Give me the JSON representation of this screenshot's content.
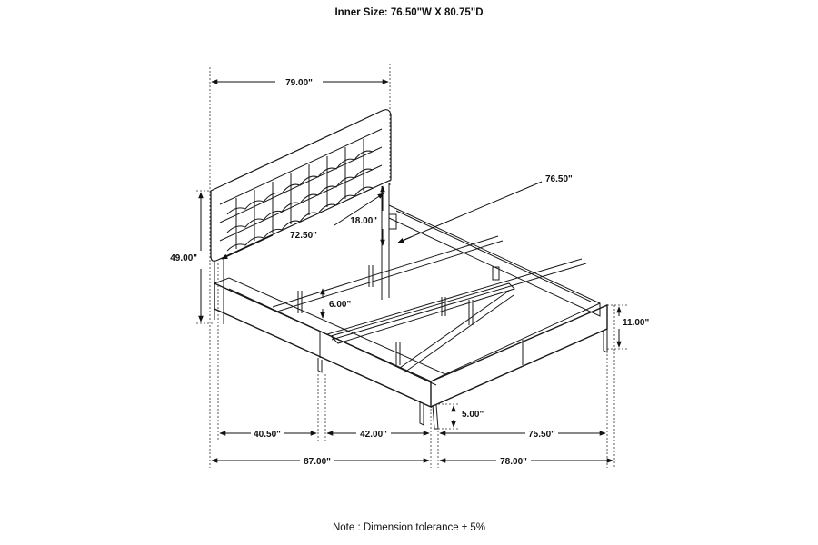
{
  "header": {
    "inner_size": "Inner Size: 76.50\"W X 80.75\"D"
  },
  "dimensions": {
    "top_width": "79.00\"",
    "headboard_height": "49.00\"",
    "headboard_panel_height": "18.00\"",
    "inner_width": "72.50\"",
    "inner_length_diag": "76.50\"",
    "slat_height": "6.00\"",
    "side_rail_height": "11.00\"",
    "leg_height": "5.00\"",
    "front_segment_1": "40.50\"",
    "front_segment_2": "42.00\"",
    "side_length_inner": "75.50\"",
    "overall_width": "87.00\"",
    "overall_length": "78.00\""
  },
  "footer": {
    "note": "Note : Dimension tolerance  ± 5%"
  }
}
